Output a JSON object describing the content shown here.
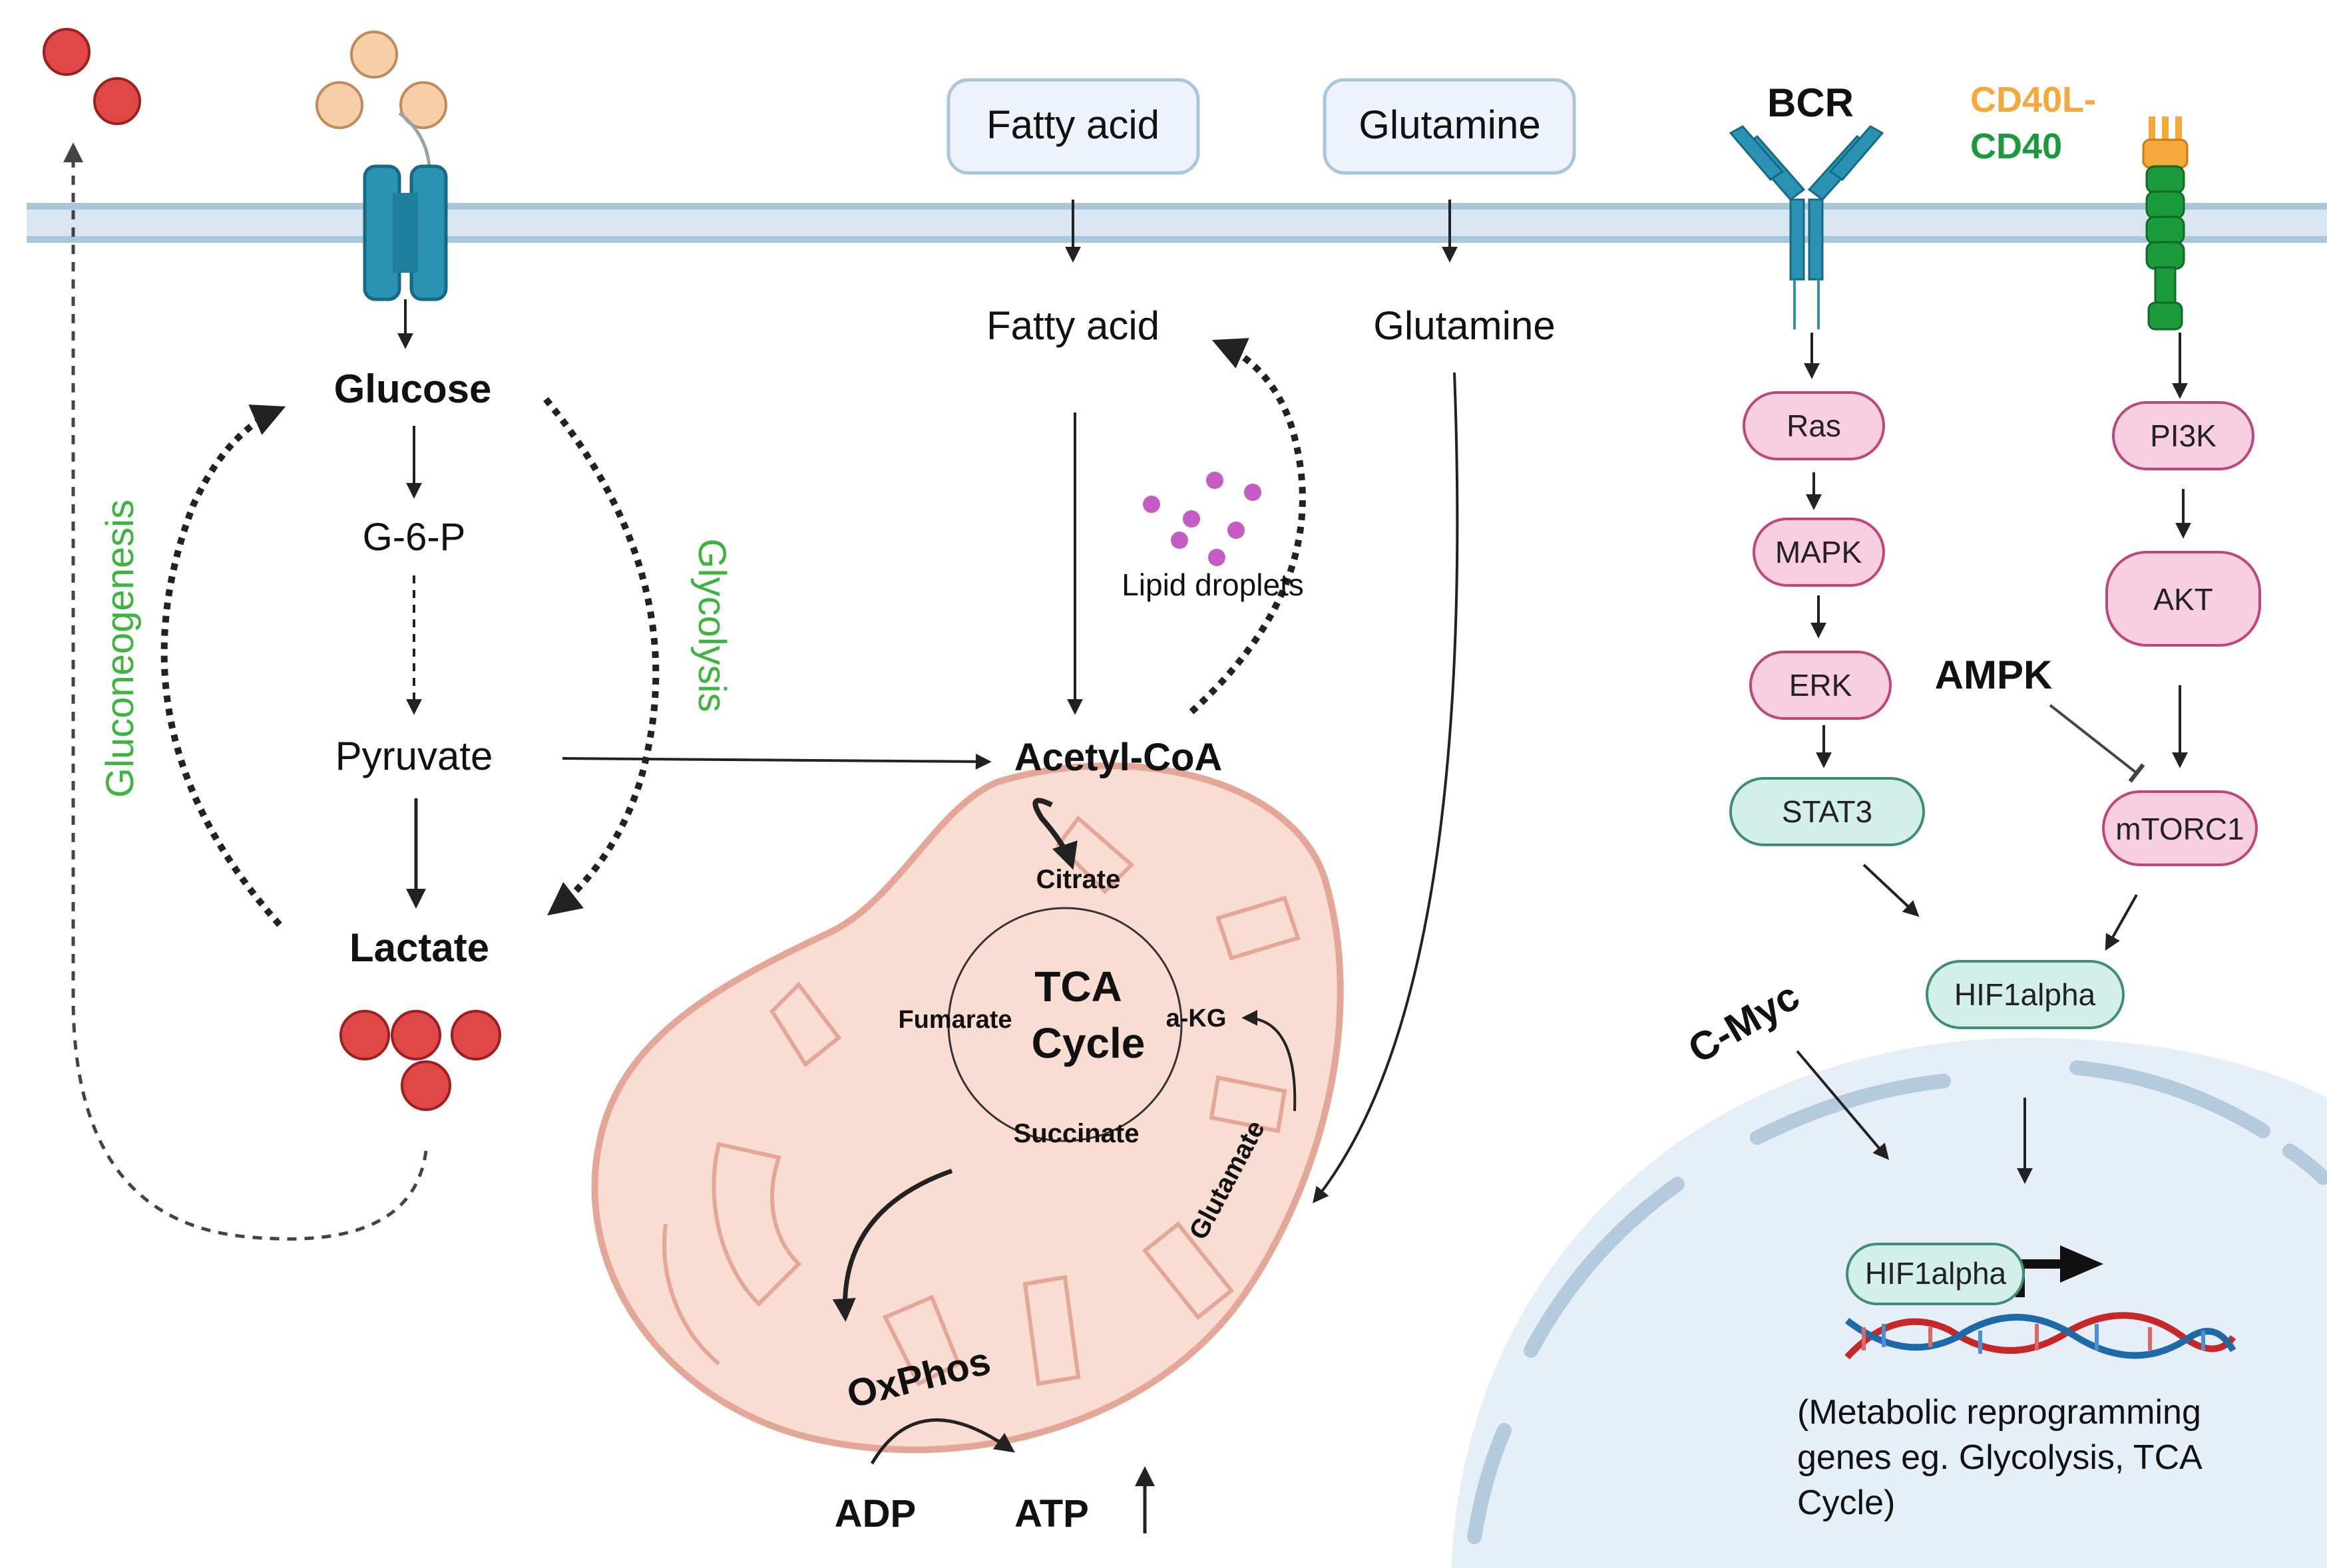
{
  "colors": {
    "membrane": "#a9c6da",
    "pink_node": "#f7cfe0",
    "pink_border": "#c0457a",
    "teal_node": "#d3f0e8",
    "teal_border": "#3e8c79",
    "green_text": "#3db43d",
    "orange_text": "#f4a93a",
    "green_bold": "#1a9a3a",
    "red_particle": "#e04848",
    "tan_particle": "#f6cfa8",
    "mito_fill": "#f9ddd3",
    "mito_border": "#e4a797",
    "nucleus_fill": "#e6eef8",
    "lipid_purple": "#c45cc4"
  },
  "membrane_inputs": {
    "fatty_acid_box": "Fatty acid",
    "glutamine_box": "Glutamine"
  },
  "cytosol": {
    "fatty_acid": "Fatty acid",
    "glutamine": "Glutamine",
    "lipid_droplets": "Lipid droplets"
  },
  "glycolysis_panel": {
    "glucose": "Glucose",
    "g6p": "G-6-P",
    "pyruvate": "Pyruvate",
    "lactate": "Lactate",
    "gluconeogenesis": "Gluconeogenesis",
    "glycolysis": "Glycolysis"
  },
  "mitochondrion": {
    "acetyl_coa": "Acetyl-CoA",
    "citrate": "Citrate",
    "tca_line1": "TCA",
    "tca_line2": "Cycle",
    "fumarate": "Fumarate",
    "akg": "a-KG",
    "succinate": "Succinate",
    "glutamate": "Glutamate",
    "oxphos": "OxPhos",
    "adp": "ADP",
    "atp": "ATP",
    "atp_up": "↑"
  },
  "signaling": {
    "bcr": "BCR",
    "cd40l": "CD40L-",
    "cd40": "CD40",
    "ras": "Ras",
    "mapk": "MAPK",
    "erk": "ERK",
    "stat3": "STAT3",
    "pi3k": "PI3K",
    "akt": "AKT",
    "ampk": "AMPK",
    "mtorc1": "mTORC1",
    "hif1alpha": "HIF1alpha",
    "cmyc": "C-Myc"
  },
  "nucleus": {
    "hif1alpha": "HIF1alpha",
    "caption_line1": "(Metabolic reprogramming",
    "caption_line2": "genes eg. Glycolysis, TCA",
    "caption_line3": "Cycle)"
  }
}
